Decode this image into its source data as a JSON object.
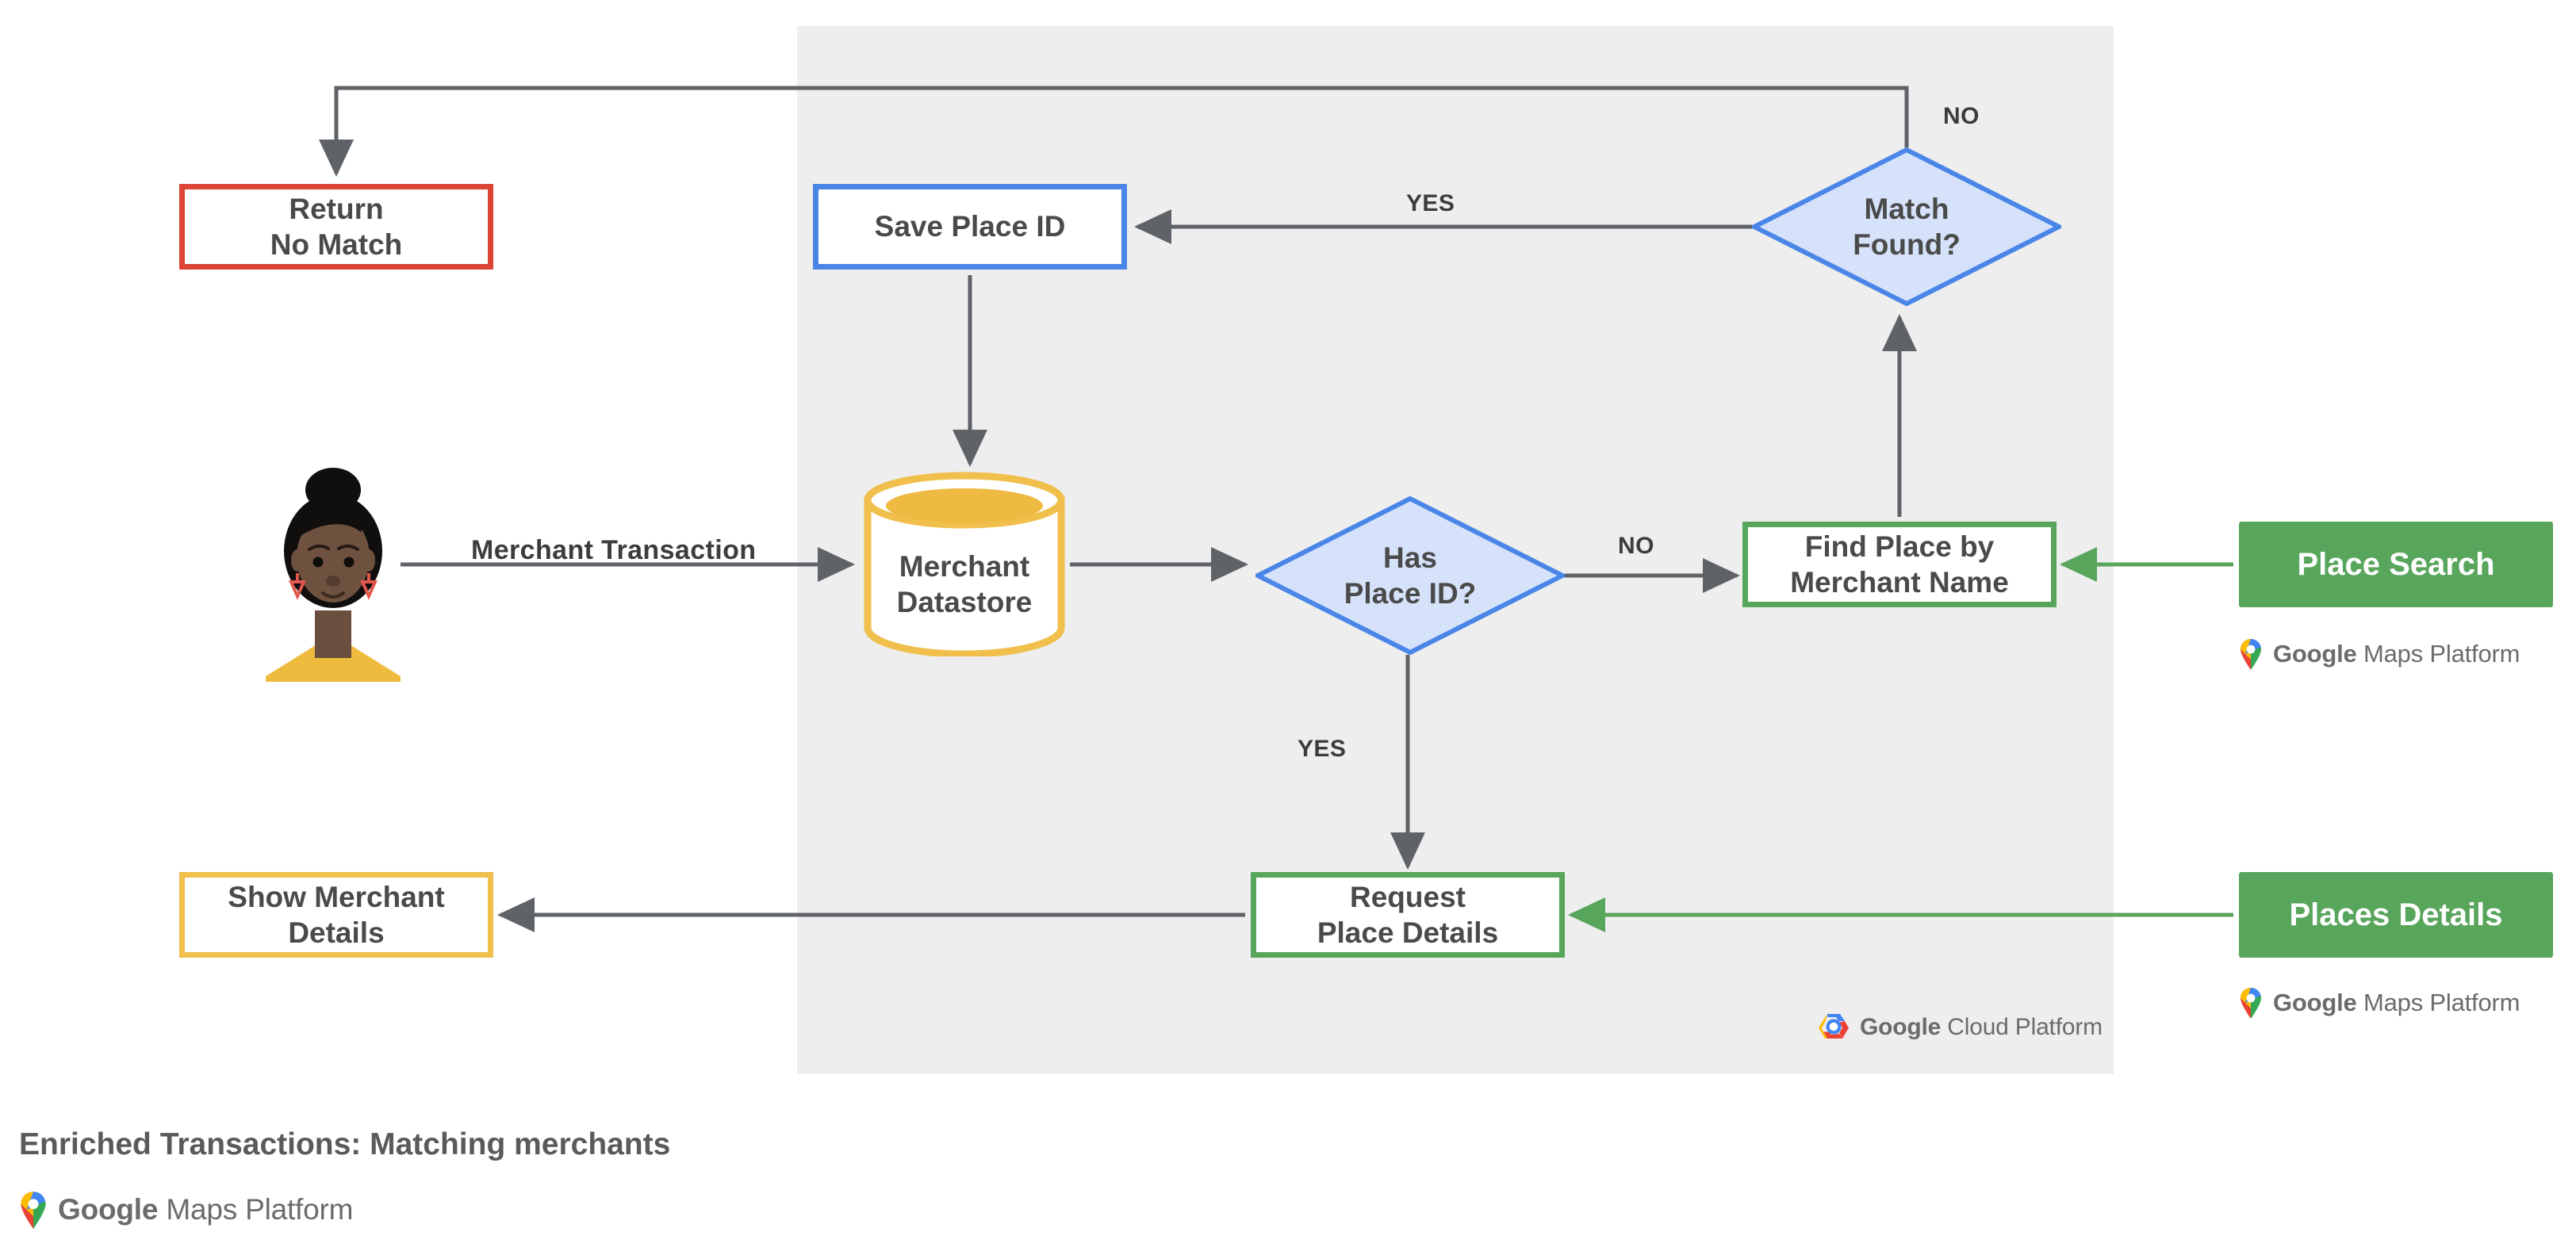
{
  "diagram": {
    "title": "Enriched Transactions: Matching merchants",
    "panel_label": "google-cloud-platform-region",
    "colors": {
      "panel_bg": "#eeeeee",
      "red": "#db4437",
      "blue": "#4a86e8",
      "blue_fill": "#d6e2fa",
      "green": "#58a55c",
      "amber": "#f0bf4c",
      "line": "#5f6368",
      "text": "#4a4a4a"
    },
    "nodes": {
      "return_no_match": "Return\nNo Match",
      "save_place_id": "Save Place ID",
      "match_found": "Match\nFound?",
      "merchant_datastore": "Merchant\nDatastore",
      "has_place_id": "Has\nPlace ID?",
      "find_place_by_merchant_name": "Find Place by\nMerchant Name",
      "place_search": "Place Search",
      "request_place_details": "Request\nPlace Details",
      "places_details": "Places Details",
      "show_merchant_details": "Show Merchant\nDetails"
    },
    "edge_labels": {
      "merchant_transaction": "Merchant Transaction",
      "yes_match_found": "YES",
      "no_match_found": "NO",
      "no_has_place_id": "NO",
      "yes_has_place_id": "YES"
    },
    "logos": {
      "maps_platform_google": "Google",
      "maps_platform_rest": "Maps Platform",
      "cloud_platform_google": "Google",
      "cloud_platform_rest": "Cloud Platform",
      "maps_pin_icon": "google-maps-pin-icon",
      "cloud_hex_icon": "google-cloud-hexagon-icon"
    },
    "avatar": {
      "icon": "merchant-customer-avatar"
    }
  }
}
